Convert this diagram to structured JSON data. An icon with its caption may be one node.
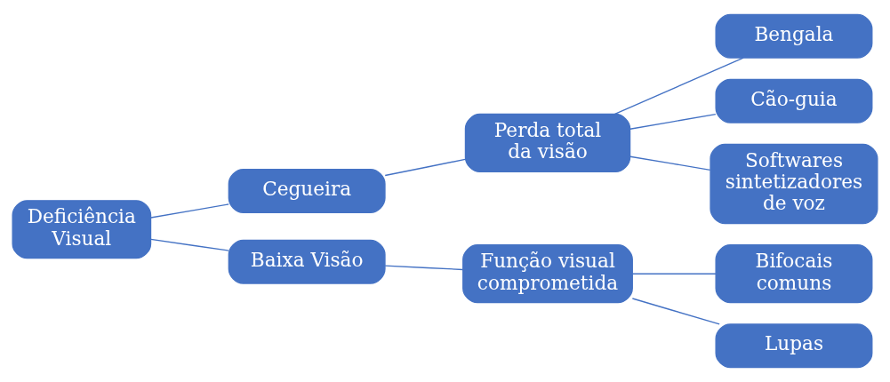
{
  "diagram": {
    "nodes": [
      {
        "text": [
          "Deficiência Visual"
        ]
      },
      {
        "text": [
          "Cegueira"
        ]
      },
      {
        "text": [
          "Baixa Visão"
        ]
      },
      {
        "text": [
          "Perda total da visão"
        ]
      },
      {
        "text": [
          "Função visual comprometida"
        ]
      },
      {
        "text": [
          "Bengala"
        ]
      },
      {
        "text": [
          "Cão-guia"
        ]
      },
      {
        "text": [
          "Softwares sintetizadores de voz"
        ]
      },
      {
        "text": [
          "Bifocais comuns"
        ]
      },
      {
        "text": [
          "Lupas"
        ]
      }
    ],
    "edges": [
      {
        "from": 0,
        "to": 1,
        "arrow": "none"
      },
      {
        "from": 0,
        "to": 2,
        "arrow": "none"
      },
      {
        "from": 1,
        "to": 3,
        "arrow": "none"
      },
      {
        "from": 2,
        "to": 4,
        "arrow": "none"
      },
      {
        "from": 3,
        "to": 5,
        "arrow": "none"
      },
      {
        "from": 3,
        "to": 6,
        "arrow": "none"
      },
      {
        "from": 3,
        "to": 7,
        "arrow": "none"
      },
      {
        "from": 4,
        "to": 8,
        "arrow": "none"
      },
      {
        "from": 4,
        "to": 9,
        "arrow": "none"
      }
    ]
  }
}
